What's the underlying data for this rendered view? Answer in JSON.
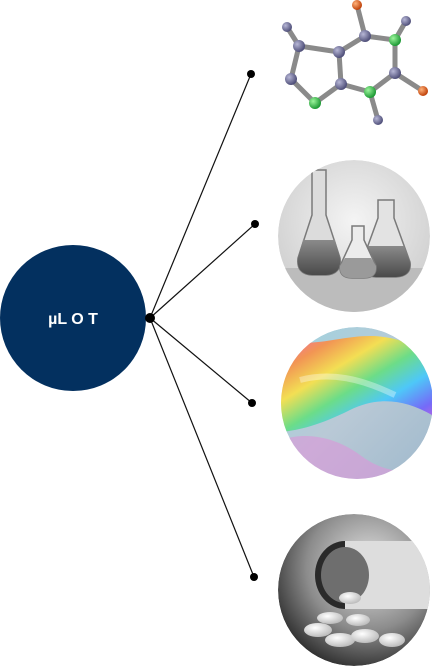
{
  "hub": {
    "label": "µL O T",
    "color": "#03305f"
  },
  "branches": [
    {
      "name": "molecule",
      "icon": "molecule-structure-image"
    },
    {
      "name": "lab-flasks",
      "icon": "laboratory-flasks-photo"
    },
    {
      "name": "thin-film-interference",
      "icon": "iridescent-film-photo"
    },
    {
      "name": "pills",
      "icon": "spilled-pills-photo"
    }
  ]
}
